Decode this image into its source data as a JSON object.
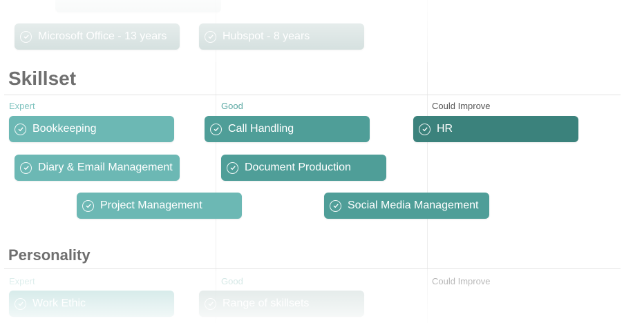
{
  "top_section": {
    "chips": [
      {
        "label": "Microsoft Office - 13 years"
      },
      {
        "label": "Hubspot - 8 years"
      }
    ]
  },
  "skillset": {
    "title": "Skillset",
    "columns": {
      "expert": "Expert",
      "good": "Good",
      "could_improve": "Could Improve"
    },
    "chips": [
      {
        "label": "Bookkeeping",
        "level": "Expert"
      },
      {
        "label": "Call Handling",
        "level": "Good"
      },
      {
        "label": "HR",
        "level": "Could Improve"
      },
      {
        "label": "Diary & Email Management",
        "level": "Expert"
      },
      {
        "label": "Document Production",
        "level": "Good"
      },
      {
        "label": "Project Management",
        "level": "Expert"
      },
      {
        "label": "Social Media Management",
        "level": "Good"
      }
    ]
  },
  "personality": {
    "title": "Personality",
    "columns": {
      "expert": "Expert",
      "good": "Good",
      "could_improve": "Could Improve"
    },
    "chips": [
      {
        "label": "Work Ethic"
      },
      {
        "label": "Range of skillsets"
      }
    ]
  },
  "colors": {
    "expert": "#6cb8b4",
    "good": "#4f9e98",
    "could_improve": "#3b827c",
    "expert_label": "#7fc3bf",
    "good_label": "#5aa8a3",
    "improve_label": "#555555"
  }
}
